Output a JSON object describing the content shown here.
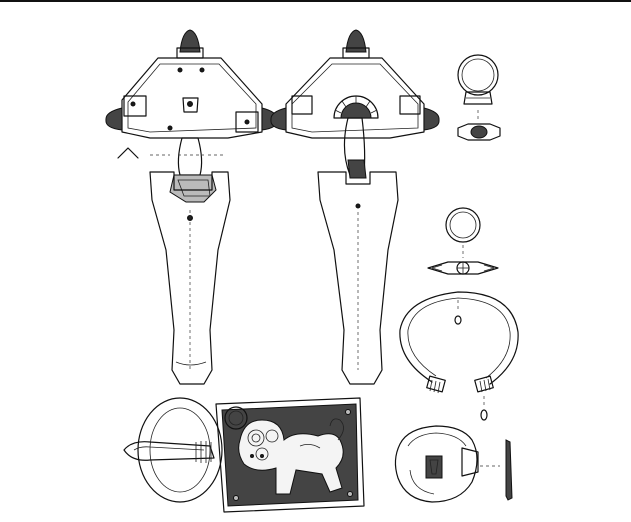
{
  "plate": {
    "background": "#ffffff",
    "ink": "#111111",
    "objects": [
      {
        "name": "brooch-front-view"
      },
      {
        "name": "brooch-back-view"
      },
      {
        "name": "finger-ring"
      },
      {
        "name": "small-ring"
      },
      {
        "name": "bracelet"
      },
      {
        "name": "belt-buckle-with-beast-plate"
      },
      {
        "name": "disc-fragment"
      }
    ]
  }
}
